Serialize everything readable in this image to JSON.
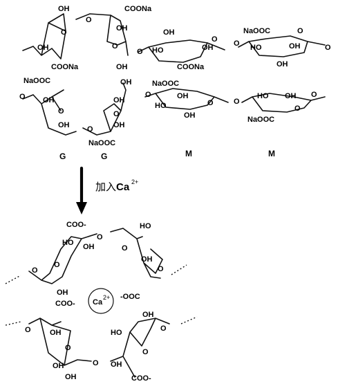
{
  "labels": {
    "oh": "OH",
    "ho": "HO",
    "o": "O",
    "coona": "COONa",
    "naooc": "NaOOC",
    "coo_minus": "COO-",
    "minus_ooc": "-OOC",
    "g": "G",
    "m": "M"
  },
  "arrow_label": {
    "prefix": "加入",
    "ion": "Ca",
    "charge": "2+"
  },
  "calcium_ion": {
    "symbol": "Ca",
    "charge": "2+"
  }
}
